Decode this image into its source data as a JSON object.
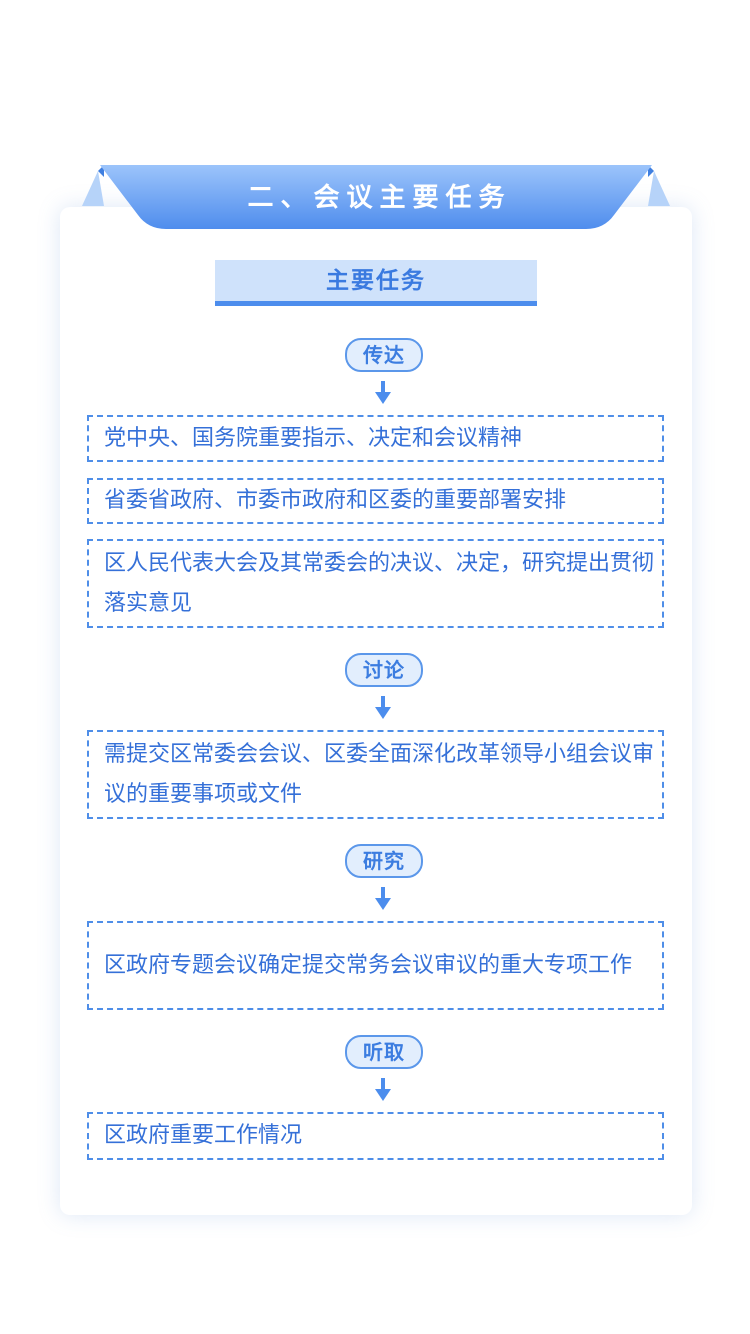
{
  "header": {
    "title": "二、会议主要任务"
  },
  "subtitle": "主要任务",
  "colors": {
    "primary": "#4c8ded",
    "text": "#3570d8",
    "pill_fill": "#e2eefd",
    "subtitle_fill": "#cfe2fb"
  },
  "sections": [
    {
      "label": "传达",
      "items": [
        "党中央、国务院重要指示、决定和会议精神",
        "省委省政府、市委市政府和区委的重要部署安排",
        "区人民代表大会及其常委会的决议、决定，研究提出贯彻落实意见"
      ]
    },
    {
      "label": "讨论",
      "items": [
        "需提交区常委会会议、区委全面深化改革领导小组会议审议的重要事项或文件"
      ]
    },
    {
      "label": "研究",
      "items": [
        "区政府专题会议确定提交常务会议审议的重大专项工作"
      ]
    },
    {
      "label": "听取",
      "items": [
        "区政府重要工作情况"
      ]
    }
  ]
}
